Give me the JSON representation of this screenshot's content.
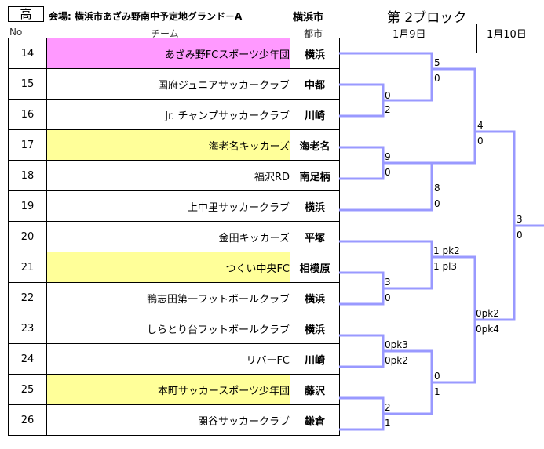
{
  "header": {
    "level": "高",
    "venue": "会場: 横浜市あざみ野南中予定地グランド－A",
    "city_title": "横浜市",
    "block": "第 2ブロック",
    "date1": "1月9日",
    "date2": "1月10日",
    "col_no": "No",
    "col_team": "チーム",
    "col_city": "都市"
  },
  "teams": [
    {
      "no": "14",
      "name": "あざみ野FCスポーツ少年団",
      "city": "横浜",
      "hl": "pink"
    },
    {
      "no": "15",
      "name": "国府ジュニアサッカークラブ",
      "city": "中都",
      "hl": ""
    },
    {
      "no": "16",
      "name": "Jr. チャンプサッカークラブ",
      "city": "川崎",
      "hl": ""
    },
    {
      "no": "17",
      "name": "海老名キッカーズ",
      "city": "海老名",
      "hl": "seed"
    },
    {
      "no": "18",
      "name": "福沢RD",
      "city": "南足柄",
      "hl": ""
    },
    {
      "no": "19",
      "name": "上中里サッカークラブ",
      "city": "横浜",
      "hl": ""
    },
    {
      "no": "20",
      "name": "金田キッカーズ",
      "city": "平塚",
      "hl": ""
    },
    {
      "no": "21",
      "name": "つくい中央FC",
      "city": "相模原",
      "hl": "seed"
    },
    {
      "no": "22",
      "name": "鴨志田第一フットボールクラブ",
      "city": "横浜",
      "hl": ""
    },
    {
      "no": "23",
      "name": "しらとり台フットボールクラブ",
      "city": "横浜",
      "hl": ""
    },
    {
      "no": "24",
      "name": "リバーFC",
      "city": "川崎",
      "hl": ""
    },
    {
      "no": "25",
      "name": "本町サッカースポーツ少年団",
      "city": "藤沢",
      "hl": "seed"
    },
    {
      "no": "26",
      "name": "関谷サッカークラブ",
      "city": "鎌倉",
      "hl": ""
    }
  ],
  "scores": {
    "r1_15_16_top": "0",
    "r1_15_16_bot": "2",
    "r2_14_top": "5",
    "r2_14_bot": "0",
    "r1_17_18_top": "9",
    "r1_17_18_bot": "0",
    "r2_19_top": "8",
    "r2_19_bot": "0",
    "r3_a_top": "4",
    "r3_a_bot": "0",
    "r1_21_22_top": "3",
    "r1_21_22_bot": "0",
    "r2_20_top": "1 pk2",
    "r2_20_bot": "1 pl3",
    "r1_23_24_top": "0pk3",
    "r1_23_24_bot": "0pk2",
    "r1_25_26_top": "2",
    "r1_25_26_bot": "1",
    "r2_b_top": "0",
    "r2_b_bot": "1",
    "r3_b_top": "0pk2",
    "r3_b_bot": "0pk4",
    "final_top": "3",
    "final_bot": "0"
  },
  "colors": {
    "bracket": "#9999ff",
    "seed": "#ffff99",
    "pink": "#ff99ff"
  }
}
